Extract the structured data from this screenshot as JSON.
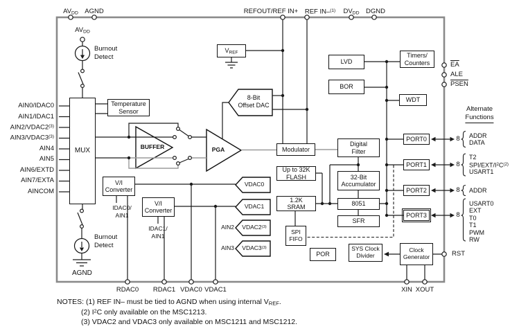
{
  "colors": {
    "wire": "#1a1a1a",
    "gray_wire": "#9b9b9b",
    "chip_border": "#8a8a8a",
    "background": "#ffffff"
  },
  "pins": {
    "top": [
      {
        "base": "AV",
        "sub": "DD"
      },
      {
        "base": "AGND"
      },
      {
        "base": "REFOUT/REF IN+"
      },
      {
        "base": "REF IN–",
        "sup": "(1)"
      },
      {
        "base": "DV",
        "sub": "DD"
      },
      {
        "base": "DGND"
      }
    ],
    "left": [
      {
        "base": "AIN0/IDAC0"
      },
      {
        "base": "AIN1/IDAC1"
      },
      {
        "base": "AIN2/VDAC2",
        "sup": "(3)"
      },
      {
        "base": "AIN3/VDAC3",
        "sup": "(3)"
      },
      {
        "base": "AIN4"
      },
      {
        "base": "AIN5"
      },
      {
        "base": "AIN6/EXTD"
      },
      {
        "base": "AIN7/EXTA"
      },
      {
        "base": "AINCOM"
      }
    ],
    "right": [
      {
        "base": "EA"
      },
      {
        "base": "ALE"
      },
      {
        "base": "PSEN"
      },
      {
        "base": "RST"
      }
    ],
    "bottom": [
      "RDAC0",
      "RDAC1",
      "VDAC0",
      "VDAC1",
      "XIN",
      "XOUT"
    ]
  },
  "blocks": {
    "mux": "MUX",
    "temp_sensor": {
      "l1": "Temperature",
      "l2": "Sensor"
    },
    "buffer": "BUFFER",
    "pga": "PGA",
    "vref": {
      "base": "V",
      "sub": "REF"
    },
    "offset_dac": {
      "l1": "8-Bit",
      "l2": "Offset DAC"
    },
    "modulator": "Modulator",
    "lvd": "LVD",
    "bor": "BOR",
    "wdt": "WDT",
    "timers": {
      "l1": "Timers/",
      "l2": "Counters"
    },
    "digital_filter": {
      "l1": "Digital",
      "l2": "Filter"
    },
    "flash": {
      "l1": "Up to 32K",
      "l2": "FLASH"
    },
    "accumulator": {
      "l1": "32-Bit",
      "l2": "Accumulator"
    },
    "sram": {
      "l1": "1.2K",
      "l2": "SRAM"
    },
    "cpu": "8051",
    "sfr": "SFR",
    "spi_fifo": {
      "l1": "SPI",
      "l2": "FIFO"
    },
    "por": "POR",
    "sys_clock_divider": {
      "l1": "SYS Clock",
      "l2": "Divider"
    },
    "clock_generator": {
      "l1": "Clock",
      "l2": "Generator"
    },
    "port0": "PORT0",
    "port1": "PORT1",
    "port2": "PORT2",
    "port3": "PORT3",
    "vi_converter_1": {
      "l1": "V/I",
      "l2": "Converter"
    },
    "vi_converter_2": {
      "l1": "V/I",
      "l2": "Converter"
    }
  },
  "analog": {
    "burnout_top": {
      "l1": "Burnout",
      "l2": "Detect"
    },
    "burnout_bottom": {
      "l1": "Burnout",
      "l2": "Detect"
    },
    "avdd_internal": {
      "base": "AV",
      "sub": "DD"
    },
    "agnd_internal": "AGND",
    "idac0_label": {
      "l1": "IDAC0/",
      "l2": "AIN1"
    },
    "idac1_label": {
      "l1": "IDAC1/",
      "l2": "AIN1"
    },
    "vdac0": "VDAC0",
    "vdac1": "VDAC1",
    "vdac2": {
      "base": "VDAC2",
      "sup": "(3)"
    },
    "vdac3": {
      "base": "VDAC3",
      "sup": "(3)"
    },
    "ain2": "AIN2",
    "ain3": "AIN3"
  },
  "alternate_functions": {
    "header_1": "Alternate",
    "header_2": "Functions",
    "port0": {
      "bus": "8",
      "l1": "ADDR",
      "l2": "DATA"
    },
    "port1": {
      "bus": "8",
      "l1": "T2",
      "l2a": "SPI/EXT/I",
      "l2sup1": "2",
      "l2b": "C",
      "l2sup2": "(2)",
      "l3": "USART1"
    },
    "port2": {
      "bus": "8",
      "l1": "ADDR"
    },
    "port3": {
      "bus": "8",
      "l1": "USART0",
      "l2": "EXT",
      "l3": "T0",
      "l4": "T1",
      "l5": "PWM",
      "l6": "RW"
    }
  },
  "notes": {
    "n1a": "NOTES: (1) REF IN– must be tied to AGND when using internal V",
    "n1sub": "REF",
    "n1b": ".",
    "n2a": "(2) I",
    "n2sup": "2",
    "n2b": "C only available on the MSC1213.",
    "n3": "(3) VDAC2 and VDAC3 only available on MSC1211 and MSC1212."
  }
}
